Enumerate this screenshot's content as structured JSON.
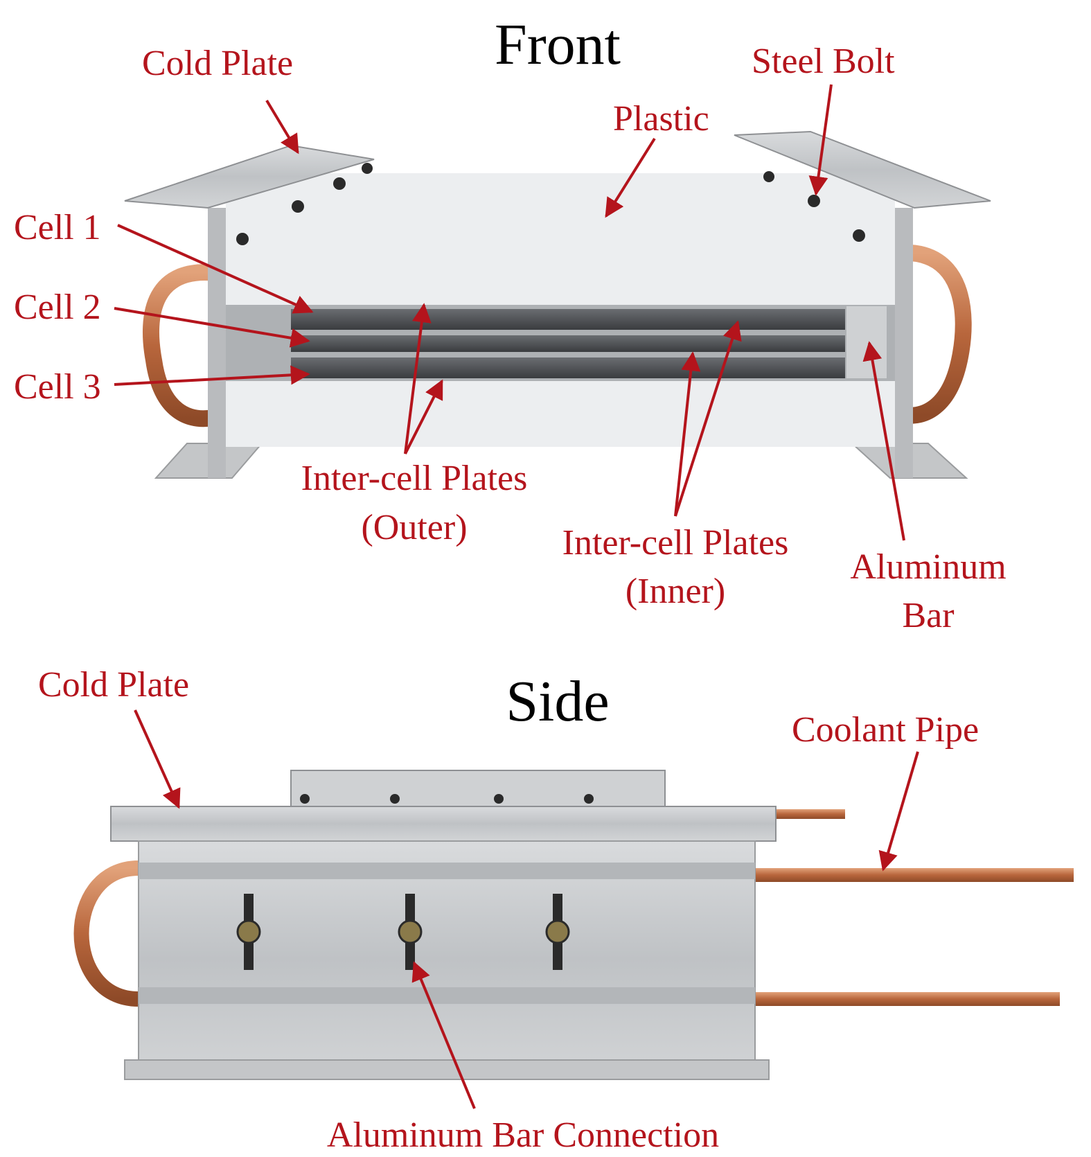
{
  "colors": {
    "label": "#b4141c",
    "title": "#000000",
    "aluminum": "#c9cbcd",
    "plastic": "#eceef0",
    "copper": "#c0744a",
    "cell": "#4b4e52",
    "bolt": "#2a2a2a"
  },
  "front": {
    "title": "Front",
    "labels": {
      "cold_plate": "Cold Plate",
      "steel_bolt": "Steel Bolt",
      "plastic": "Plastic",
      "cell_1": "Cell 1",
      "cell_2": "Cell 2",
      "cell_3": "Cell 3",
      "outer_plates_line1": "Inter-cell Plates",
      "outer_plates_line2": "(Outer)",
      "inner_plates_line1": "Inter-cell Plates",
      "inner_plates_line2": "(Inner)",
      "aluminum_bar_line1": "Aluminum",
      "aluminum_bar_line2": "Bar"
    }
  },
  "side": {
    "title": "Side",
    "labels": {
      "cold_plate": "Cold Plate",
      "coolant_pipe": "Coolant Pipe",
      "aluminum_bar_connection": "Aluminum Bar Connection"
    }
  }
}
